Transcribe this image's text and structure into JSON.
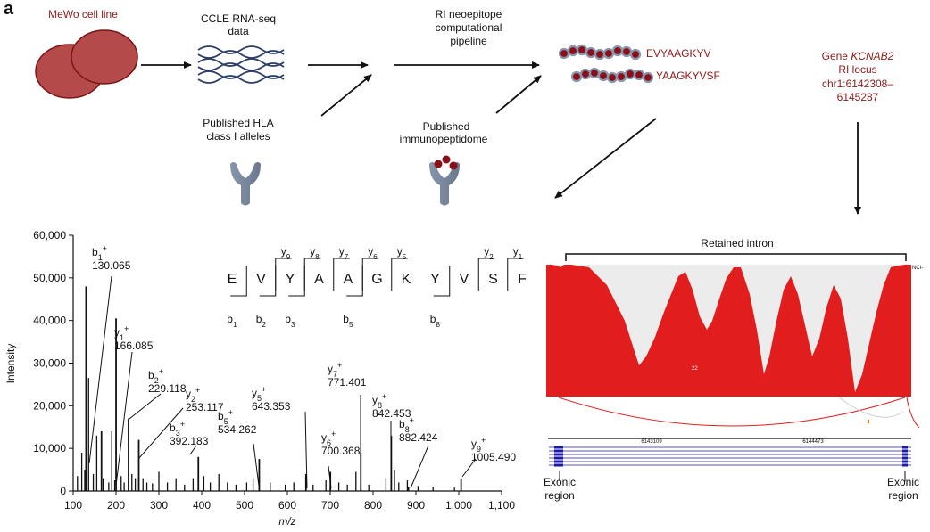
{
  "panel_label": "a",
  "workflow": {
    "cell_line": "MeWo cell line",
    "rnaseq": [
      "CCLE RNA-seq",
      "data"
    ],
    "hla": [
      "Published HLA",
      "class I alleles"
    ],
    "pipeline": [
      "RI neoepitope",
      "computational",
      "pipeline"
    ],
    "immunopeptidome": [
      "Published",
      "immunopeptidome"
    ],
    "peptides": [
      "EVYAAGKYV",
      "YAAGKYVSF"
    ],
    "gene": {
      "prefix": "Gene ",
      "name": "KCNAB2",
      "lines": [
        "RI locus",
        "chr1:6142308–",
        "6145287"
      ]
    }
  },
  "spectrum": {
    "sequence": [
      "E",
      "V",
      "Y",
      "A",
      "A",
      "G",
      "K",
      "Y",
      "V",
      "S",
      "F"
    ],
    "y_ions_top": [
      "y9",
      "y8",
      "y7",
      "y6",
      "y5",
      "y2",
      "y1"
    ],
    "b_ions_bottom": [
      "b1",
      "b2",
      "b3",
      "b5",
      "b8"
    ],
    "annotations": [
      {
        "ion": "b",
        "sub": "1",
        "mz": "130.065"
      },
      {
        "ion": "y",
        "sub": "1",
        "mz": "166.085"
      },
      {
        "ion": "b",
        "sub": "2",
        "mz": "229.118"
      },
      {
        "ion": "y",
        "sub": "2",
        "mz": "253.117"
      },
      {
        "ion": "b",
        "sub": "3",
        "mz": "392.183"
      },
      {
        "ion": "b",
        "sub": "5",
        "mz": "534.262"
      },
      {
        "ion": "y",
        "sub": "5",
        "mz": "643.353"
      },
      {
        "ion": "y",
        "sub": "6",
        "mz": "700.368"
      },
      {
        "ion": "y",
        "sub": "7",
        "mz": "771.401"
      },
      {
        "ion": "y",
        "sub": "8",
        "mz": "842.453"
      },
      {
        "ion": "b",
        "sub": "8",
        "mz": "882.424"
      },
      {
        "ion": "y",
        "sub": "9",
        "mz": "1005.490"
      }
    ]
  },
  "chart_data": {
    "type": "bar",
    "xlabel": "m/z",
    "ylabel": "Intensity",
    "xlim": [
      100,
      1100
    ],
    "ylim": [
      0,
      60000
    ],
    "x_ticks": [
      "100",
      "200",
      "300",
      "400",
      "500",
      "600",
      "700",
      "800",
      "900",
      "1,000",
      "1,100"
    ],
    "y_ticks": [
      "0",
      "10,000",
      "20,000",
      "30,000",
      "40,000",
      "50,000",
      "60,000"
    ],
    "peaks_labeled": [
      {
        "mz": 130.065,
        "intensity": 48000
      },
      {
        "mz": 166.085,
        "intensity": 14000
      },
      {
        "mz": 200.1,
        "intensity": 40500
      },
      {
        "mz": 229.118,
        "intensity": 17000
      },
      {
        "mz": 253.117,
        "intensity": 12000
      },
      {
        "mz": 392.183,
        "intensity": 8000
      },
      {
        "mz": 534.262,
        "intensity": 7500
      },
      {
        "mz": 643.353,
        "intensity": 4000
      },
      {
        "mz": 700.368,
        "intensity": 4500
      },
      {
        "mz": 771.401,
        "intensity": 9000
      },
      {
        "mz": 842.453,
        "intensity": 13000
      },
      {
        "mz": 882.424,
        "intensity": 1000
      },
      {
        "mz": 1005.49,
        "intensity": 3000
      }
    ],
    "peaks_other": [
      {
        "mz": 110,
        "intensity": 3500
      },
      {
        "mz": 120,
        "intensity": 9000
      },
      {
        "mz": 127,
        "intensity": 5000
      },
      {
        "mz": 136,
        "intensity": 26500
      },
      {
        "mz": 147,
        "intensity": 4000
      },
      {
        "mz": 155,
        "intensity": 13000
      },
      {
        "mz": 170,
        "intensity": 3000
      },
      {
        "mz": 183,
        "intensity": 2000
      },
      {
        "mz": 190,
        "intensity": 14000
      },
      {
        "mz": 197,
        "intensity": 2500
      },
      {
        "mz": 212,
        "intensity": 3500
      },
      {
        "mz": 219,
        "intensity": 2000
      },
      {
        "mz": 237,
        "intensity": 4000
      },
      {
        "mz": 245,
        "intensity": 3000
      },
      {
        "mz": 263,
        "intensity": 3000
      },
      {
        "mz": 272,
        "intensity": 2000
      },
      {
        "mz": 285,
        "intensity": 1800
      },
      {
        "mz": 300,
        "intensity": 4500
      },
      {
        "mz": 320,
        "intensity": 2000
      },
      {
        "mz": 340,
        "intensity": 3000
      },
      {
        "mz": 360,
        "intensity": 1500
      },
      {
        "mz": 380,
        "intensity": 3000
      },
      {
        "mz": 405,
        "intensity": 3500
      },
      {
        "mz": 420,
        "intensity": 2000
      },
      {
        "mz": 440,
        "intensity": 4000
      },
      {
        "mz": 460,
        "intensity": 2000
      },
      {
        "mz": 480,
        "intensity": 1500
      },
      {
        "mz": 505,
        "intensity": 2000
      },
      {
        "mz": 520,
        "intensity": 3000
      },
      {
        "mz": 560,
        "intensity": 2000
      },
      {
        "mz": 595,
        "intensity": 1500
      },
      {
        "mz": 615,
        "intensity": 2000
      },
      {
        "mz": 660,
        "intensity": 1500
      },
      {
        "mz": 690,
        "intensity": 2500
      },
      {
        "mz": 720,
        "intensity": 2000
      },
      {
        "mz": 740,
        "intensity": 1500
      },
      {
        "mz": 760,
        "intensity": 4500
      },
      {
        "mz": 790,
        "intensity": 1500
      },
      {
        "mz": 830,
        "intensity": 3000
      },
      {
        "mz": 850,
        "intensity": 5000
      },
      {
        "mz": 860,
        "intensity": 2000
      },
      {
        "mz": 880,
        "intensity": 2500
      },
      {
        "mz": 905,
        "intensity": 1200
      },
      {
        "mz": 940,
        "intensity": 1000
      },
      {
        "mz": 990,
        "intensity": 800
      }
    ]
  },
  "coverage": {
    "title": "Retained intron",
    "track_tag": "NCI-",
    "center_mark": "22",
    "left_label": [
      "Exonic",
      "region"
    ],
    "right_label": [
      "Exonic",
      "region"
    ],
    "positions": [
      "6143109",
      "6144473"
    ],
    "colors": {
      "coverage": "#e21d1d",
      "background": "#ececec",
      "gene": "#1a1aaa"
    }
  }
}
